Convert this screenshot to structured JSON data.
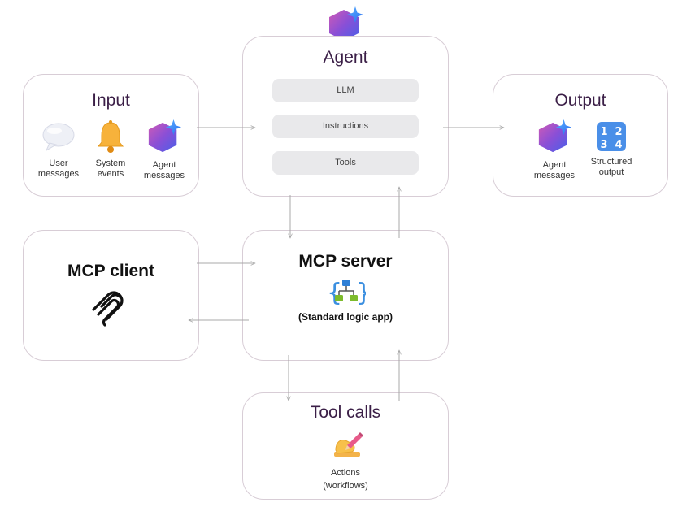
{
  "agent": {
    "title": "Agent",
    "pills": [
      "LLM",
      "Instructions",
      "Tools"
    ]
  },
  "input": {
    "title": "Input",
    "items": [
      {
        "label": "User messages",
        "icon": "speech-bubble-icon"
      },
      {
        "label": "System events",
        "icon": "bell-icon"
      },
      {
        "label": "Agent messages",
        "icon": "agent-hexagon-icon"
      }
    ]
  },
  "output": {
    "title": "Output",
    "items": [
      {
        "label": "Agent messages",
        "icon": "agent-hexagon-icon"
      },
      {
        "label": "Structured output",
        "icon": "numbers-1234-icon"
      }
    ]
  },
  "mcp_client": {
    "title": "MCP client",
    "icon": "mcp-logo-icon"
  },
  "mcp_server": {
    "title": "MCP server",
    "subtitle": "(Standard logic app)",
    "icon": "logic-app-icon"
  },
  "tool_calls": {
    "title": "Tool calls",
    "caption_line1": "Actions",
    "caption_line2": "(workflows)",
    "icon": "writing-hand-icon"
  },
  "colors": {
    "border": "#d8cdd6",
    "title": "#3b1f47",
    "pill": "#e9e9eb",
    "arrow": "#a8a8a8"
  }
}
